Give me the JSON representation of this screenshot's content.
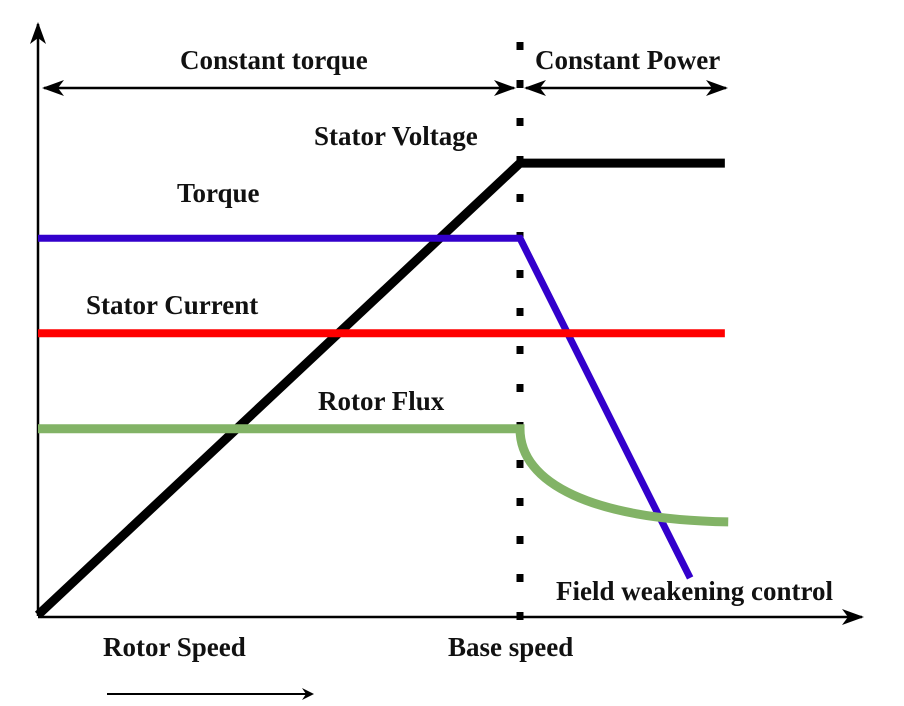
{
  "chart_data": {
    "type": "line",
    "title": "",
    "xlabel": "Rotor Speed",
    "ylabel": "",
    "x_unit": "multiples of base speed",
    "y_unit": "normalized magnitude",
    "xlim": [
      0,
      1.7
    ],
    "ylim": [
      0,
      1.0
    ],
    "grid": false,
    "base_speed": 1.0,
    "regions": [
      {
        "label": "Constant torque",
        "from": 0,
        "to": 1.0
      },
      {
        "label": "Constant Power",
        "from": 1.0,
        "to": 1.425
      }
    ],
    "series": [
      {
        "name": "Stator Voltage",
        "color": "#000000",
        "points": [
          [
            0,
            0
          ],
          [
            1.0,
            0.757
          ],
          [
            1.425,
            0.757
          ]
        ]
      },
      {
        "name": "Torque",
        "color": "#3300cc",
        "points": [
          [
            0,
            0.631
          ],
          [
            1.0,
            0.631
          ],
          [
            1.353,
            0.062
          ]
        ]
      },
      {
        "name": "Stator Current",
        "color": "#ff0000",
        "points": [
          [
            0,
            0.472
          ],
          [
            1.425,
            0.472
          ]
        ]
      },
      {
        "name": "Rotor Flux",
        "color": "#82b366",
        "points": [
          [
            0,
            0.312
          ],
          [
            1.0,
            0.312
          ],
          [
            1.02,
            0.26
          ],
          [
            1.08,
            0.215
          ],
          [
            1.18,
            0.18
          ],
          [
            1.3,
            0.162
          ],
          [
            1.432,
            0.156
          ]
        ]
      }
    ],
    "annotations": [
      {
        "text": "Base speed",
        "at": "base-speed marker below x-axis"
      },
      {
        "text": "Field weakening control",
        "at": "above x-axis right of base speed"
      },
      {
        "text": "Rotor Speed",
        "at": "below x-axis left"
      }
    ]
  },
  "labels": {
    "constant_torque": "Constant torque",
    "constant_power": "Constant Power",
    "stator_voltage": "Stator Voltage",
    "torque": "Torque",
    "stator_current": "Stator Current",
    "rotor_flux": "Rotor Flux",
    "field_weakening": "Field weakening control",
    "rotor_speed": "Rotor Speed",
    "base_speed": "Base speed"
  }
}
